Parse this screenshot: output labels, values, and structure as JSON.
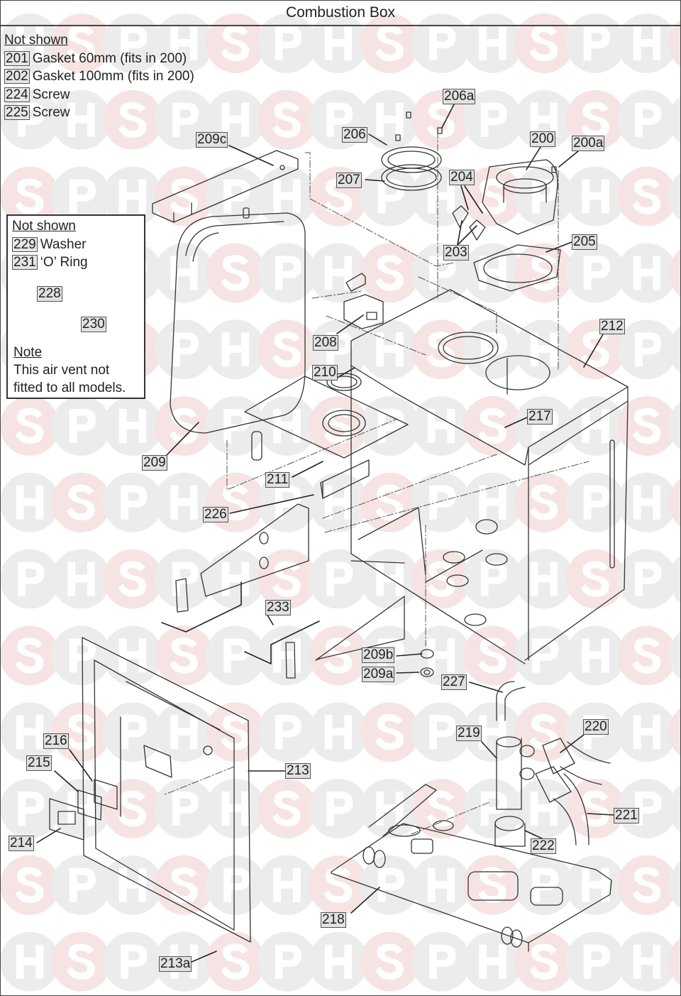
{
  "header": {
    "title": "Combustion Box"
  },
  "not_shown_main": {
    "heading": "Not shown",
    "items": [
      {
        "num": "201",
        "desc": "Gasket 60mm (fits in 200)"
      },
      {
        "num": "202",
        "desc": "Gasket 100mm (fits in 200)"
      },
      {
        "num": "224",
        "desc": "Screw"
      },
      {
        "num": "225",
        "desc": "Screw"
      }
    ]
  },
  "air_vent_box": {
    "heading": "Not shown",
    "items": [
      {
        "num": "229",
        "desc": "Washer"
      },
      {
        "num": "231",
        "desc": "‘O’ Ring"
      }
    ],
    "note_heading": "Note",
    "note_lines": [
      "This air vent not",
      "fitted to all models."
    ],
    "labels": {
      "p228": "228",
      "p230": "230"
    }
  },
  "part_labels": {
    "p200": "200",
    "p200a": "200a",
    "p203": "203",
    "p204": "204",
    "p205": "205",
    "p206": "206",
    "p206a": "206a",
    "p207": "207",
    "p208": "208",
    "p209": "209",
    "p209a": "209a",
    "p209b": "209b",
    "p209c": "209c",
    "p210": "210",
    "p211": "211",
    "p212": "212",
    "p213": "213",
    "p213a": "213a",
    "p214": "214",
    "p215": "215",
    "p216": "216",
    "p217": "217",
    "p218": "218",
    "p219": "219",
    "p220": "220",
    "p221": "221",
    "p222": "222",
    "p226": "226",
    "p227": "227",
    "p233": "233"
  },
  "watermark": {
    "letters": [
      "H",
      "S",
      "P"
    ],
    "colors": {
      "grey": "#ececec",
      "red": "#f6e4e4"
    }
  }
}
